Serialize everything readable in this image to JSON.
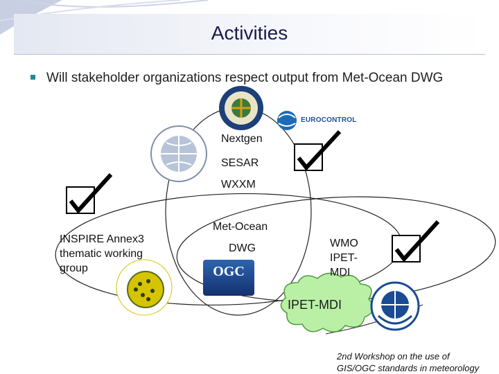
{
  "slide": {
    "title": "Activities",
    "bullet": "Will stakeholder organizations respect output from Met-Ocean DWG"
  },
  "diagram": {
    "center_labels": [
      "Nextgen",
      "SESAR",
      "WXXM"
    ],
    "left_group": [
      "INSPIRE Annex3",
      "thematic working",
      "group"
    ],
    "middle_group": [
      "Met-Ocean",
      "DWG"
    ],
    "right_group": [
      "WMO",
      "IPET-",
      "MDI"
    ],
    "cloud_label": "IPET-MDI",
    "logos": {
      "eurocontrol": "EUROCONTROL",
      "ogc": "OGC"
    }
  },
  "footer": [
    "2nd Workshop on the use of",
    "GIS/OGC standards in meteorology"
  ],
  "colors": {
    "title_text": "#1b1b4a",
    "bullet_mark": "#1f8a9e",
    "cloud_fill": "#b9f0a6",
    "cloud_stroke": "#4f9a3f"
  },
  "icons": [
    "checkmark-icon",
    "faa-seal-icon",
    "icao-emblem-icon",
    "eurocontrol-logo",
    "ogc-logo",
    "inspire-logo",
    "wmo-emblem-icon"
  ]
}
